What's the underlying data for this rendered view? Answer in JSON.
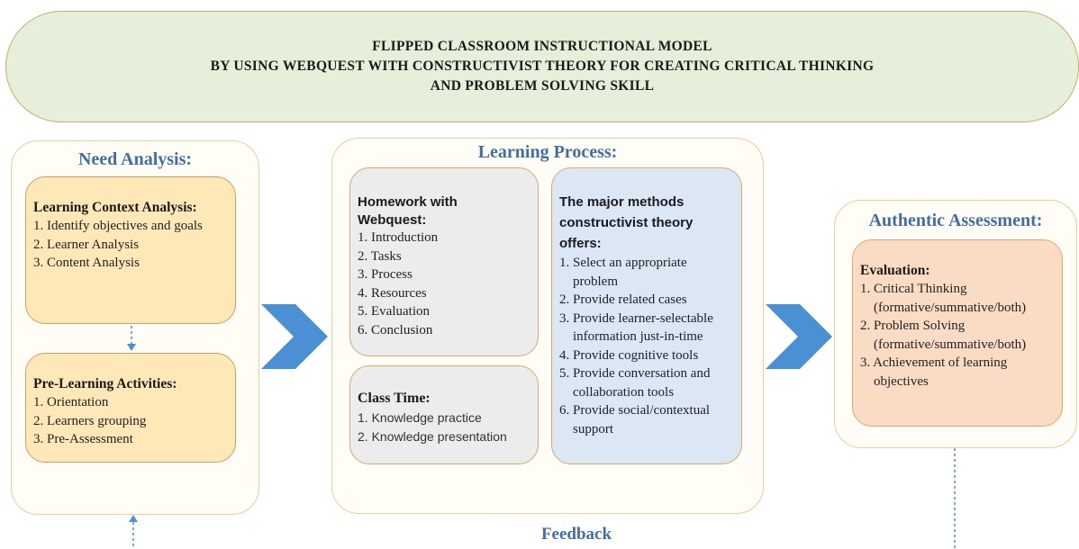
{
  "title": {
    "line1": "FLIPPED CLASSROOM INSTRUCTIONAL MODEL",
    "line2": "BY USING WEBQUEST WITH CONSTRUCTIVIST THEORY FOR CREATING CRITICAL THINKING",
    "line3": "AND PROBLEM SOLVING SKILL"
  },
  "need_analysis": {
    "title": "Need Analysis:",
    "context": {
      "heading": "Learning Context Analysis:",
      "items": [
        "1. Identify objectives and goals",
        "2. Learner Analysis",
        "3. Content Analysis"
      ]
    },
    "pre_learning": {
      "heading": "Pre-Learning Activities:",
      "items": [
        "1. Orientation",
        "2. Learners grouping",
        "3. Pre-Assessment"
      ]
    }
  },
  "learning_process": {
    "title": "Learning Process:",
    "homework": {
      "heading_line1": "Homework with",
      "heading_line2": "Webquest:",
      "items": [
        "1. Introduction",
        "2. Tasks",
        "3. Process",
        "4. Resources",
        "5. Evaluation",
        "6. Conclusion"
      ]
    },
    "class_time": {
      "heading": "Class Time:",
      "items": [
        "1. Knowledge practice",
        "2. Knowledge presentation"
      ]
    },
    "methods": {
      "heading_line1": "The major methods",
      "heading_line2": "constructivist theory",
      "heading_line3": "offers:",
      "items": [
        "1. Select an appropriate",
        "    problem",
        "2. Provide related cases",
        "3. Provide learner-selectable",
        "    information just-in-time",
        "4. Provide cognitive tools",
        "5. Provide conversation and",
        "    collaboration tools",
        "6. Provide social/contextual",
        "    support"
      ]
    }
  },
  "authentic_assessment": {
    "title": "Authentic Assessment:",
    "evaluation": {
      "heading": "Evaluation:",
      "items": [
        "1. Critical Thinking",
        "    (formative/summative/both)",
        "2. Problem Solving",
        "    (formative/summative/both)",
        "3. Achievement of learning",
        "    objectives"
      ]
    }
  },
  "feedback": "Feedback",
  "colors": {
    "banner_fill": "#e6efd9",
    "panel_border": "#f0cf8f",
    "heading_blue": "#3f6fa6",
    "arrow_blue": "#4a90d2",
    "box_orange": "#ffe8b8",
    "box_grey": "#ececec",
    "box_blue": "#dbe7f4",
    "box_peach": "#fadcc4"
  }
}
